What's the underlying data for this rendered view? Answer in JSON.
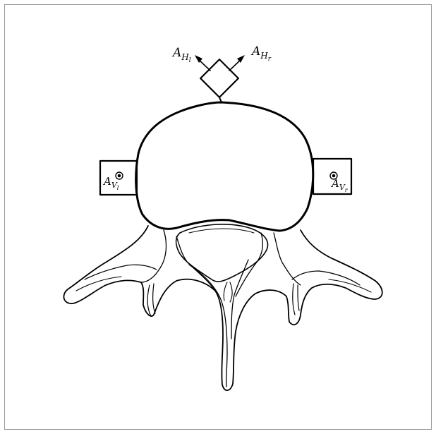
{
  "labels": {
    "a_h_left": {
      "main": "A",
      "sub": "H",
      "subsub": "l"
    },
    "a_h_right": {
      "main": "A",
      "sub": "H",
      "subsub": "r"
    },
    "a_v_left": {
      "main": "A",
      "sub": "V",
      "subsub": "l"
    },
    "a_v_right": {
      "main": "A",
      "sub": "V",
      "subsub": "r"
    }
  }
}
